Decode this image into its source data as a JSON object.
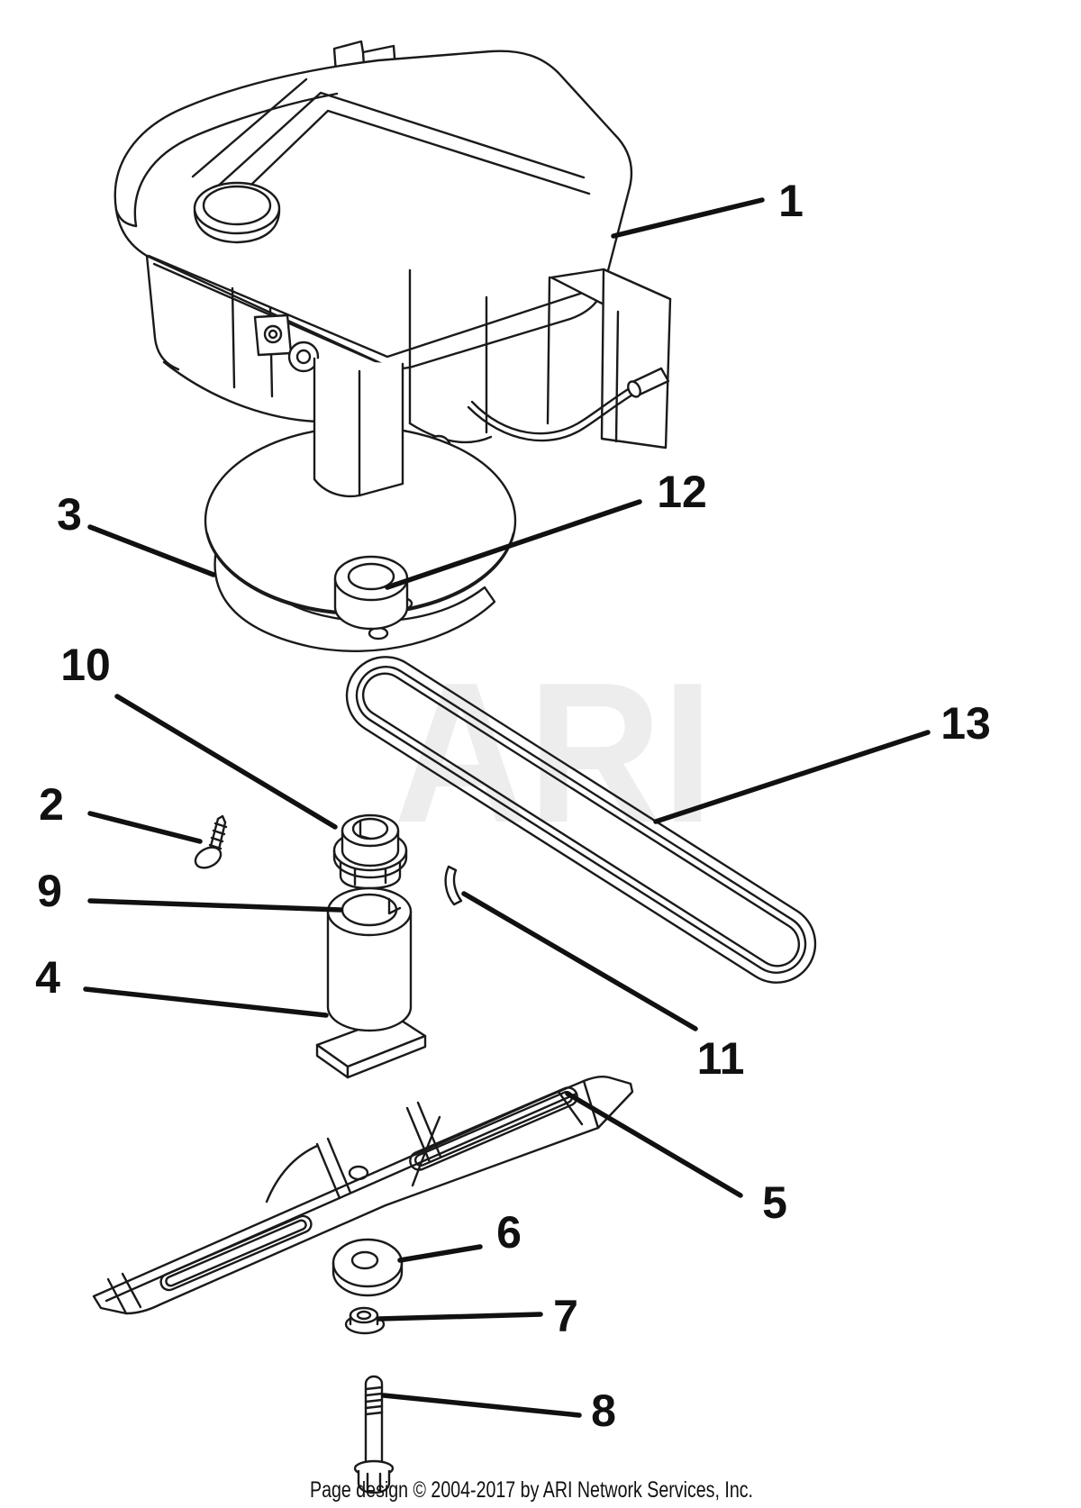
{
  "colors": {
    "ink": "#1a1a1a",
    "leader": "#111111",
    "watermark": "#ededed",
    "background": "#ffffff"
  },
  "watermark": {
    "text": "ARI"
  },
  "footer": {
    "text": "Page design © 2004-2017 by ARI Network Services, Inc."
  },
  "callouts": [
    {
      "label": "1",
      "part": "engine"
    },
    {
      "label": "3",
      "part": "adapter-ring"
    },
    {
      "label": "12",
      "part": "bushing"
    },
    {
      "label": "10",
      "part": "pulley-adapter"
    },
    {
      "label": "2",
      "part": "screw"
    },
    {
      "label": "9",
      "part": "lock-nut"
    },
    {
      "label": "4",
      "part": "blade-spacer"
    },
    {
      "label": "13",
      "part": "drive-belt"
    },
    {
      "label": "11",
      "part": "shaft-key"
    },
    {
      "label": "5",
      "part": "blade"
    },
    {
      "label": "6",
      "part": "blade-washer"
    },
    {
      "label": "7",
      "part": "hex-nut"
    },
    {
      "label": "8",
      "part": "blade-bolt"
    }
  ]
}
